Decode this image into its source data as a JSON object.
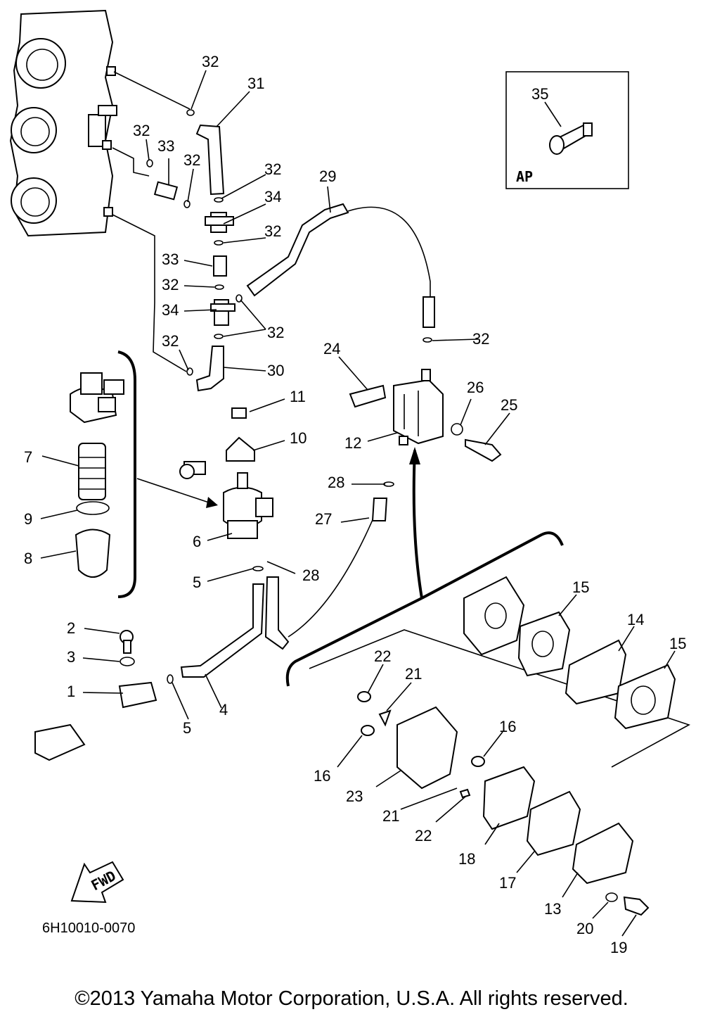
{
  "diagram": {
    "callouts": [
      "32",
      "31",
      "32",
      "33",
      "32",
      "32",
      "34",
      "32",
      "33",
      "32",
      "34",
      "32",
      "32",
      "30",
      "29",
      "32",
      "35",
      "24",
      "26",
      "25",
      "12",
      "11",
      "10",
      "7",
      "9",
      "8",
      "6",
      "5",
      "28",
      "28",
      "27",
      "2",
      "3",
      "1",
      "5",
      "4",
      "15",
      "14",
      "15",
      "22",
      "21",
      "16",
      "16",
      "23",
      "21",
      "22",
      "18",
      "17",
      "13",
      "20",
      "19"
    ],
    "assembly_label": "AP",
    "direction_label": "FWD",
    "diagram_code": "6H10010-0070"
  },
  "footer": {
    "copyright": "©2013 Yamaha Motor Corporation, U.S.A. All rights reserved."
  }
}
